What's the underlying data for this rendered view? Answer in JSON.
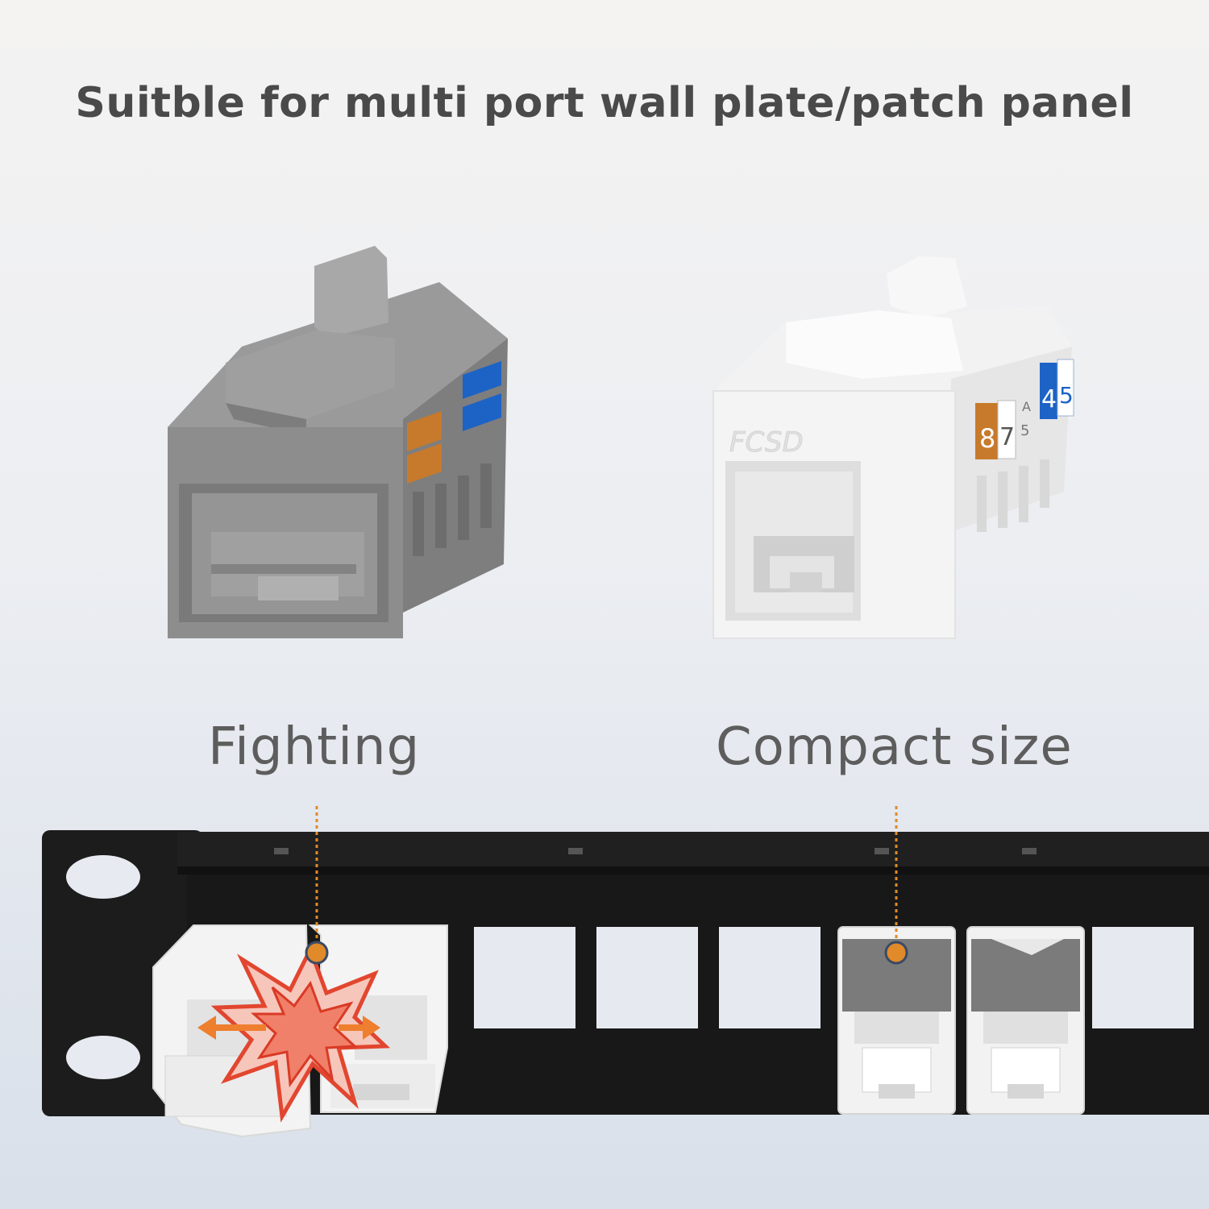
{
  "headline": "Suitble for multi port wall plate/patch panel",
  "captions": {
    "left": "Fighting",
    "right": "Compact size"
  },
  "white_jack": {
    "brand_mark": "FCSD",
    "pin_labels": [
      "8",
      "7",
      "5",
      "4",
      "5"
    ],
    "sub_labels": [
      "5",
      "A"
    ]
  },
  "colors": {
    "accent_orange": "#e08a2a",
    "pair_blue": "#1d63c6",
    "pair_orange": "#c77a2b",
    "panel_black": "#181818",
    "gray_jack": "#8c8c8c",
    "burst_red": "#e2462f"
  },
  "icons": [
    "callout-dot-icon",
    "collision-burst-icon",
    "arrow-left-icon",
    "arrow-right-icon"
  ]
}
